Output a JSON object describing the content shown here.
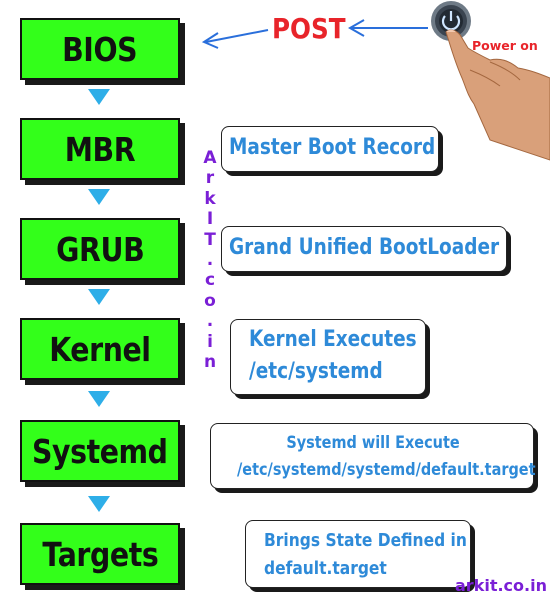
{
  "stages": [
    {
      "label": "BIOS"
    },
    {
      "label": "MBR"
    },
    {
      "label": "GRUB"
    },
    {
      "label": "Kernel"
    },
    {
      "label": "Systemd"
    },
    {
      "label": "Targets"
    }
  ],
  "descriptions": {
    "mbr": [
      "Master Boot Record"
    ],
    "grub": [
      "Grand Unified BootLoader"
    ],
    "kernel": [
      "Kernel Executes",
      "/etc/systemd"
    ],
    "systemd": [
      "Systemd will Execute",
      "/etc/systemd/systemd/default.target"
    ],
    "targets": [
      "Brings State Defined in",
      "default.target"
    ]
  },
  "post_label": "POST",
  "power_label": "Power on",
  "vertical_watermark": [
    "A",
    "r",
    "k",
    "I",
    "T",
    ".",
    "c",
    "o",
    ".",
    "i",
    "n"
  ],
  "footer_brand": "arkit.co.in",
  "colors": {
    "stage_fill": "#33ff1a",
    "arrow_fill": "#2eaee8",
    "description_text": "#2e8ad8",
    "post_text": "#e8242a",
    "watermark_text": "#7a1fd6"
  },
  "icons": {
    "power_button": "power-button-icon",
    "hand": "pointing-hand-icon"
  }
}
